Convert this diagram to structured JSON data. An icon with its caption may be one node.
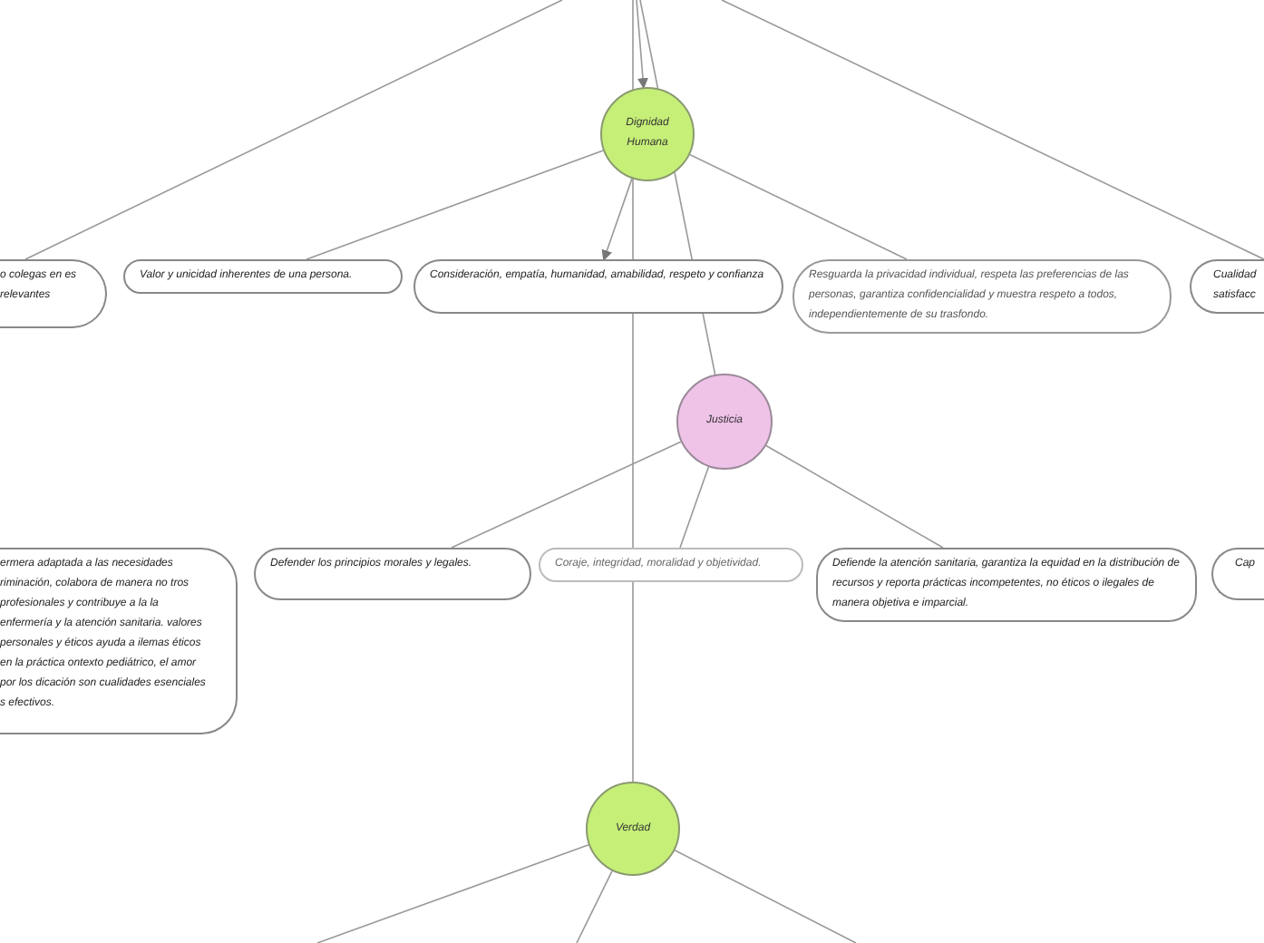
{
  "diagram": {
    "nodes": [
      {
        "text": [
          "Dignidad Humana"
        ]
      },
      {
        "text": [
          "o colegas en es relevantes"
        ]
      },
      {
        "text": [
          "Valor y unicidad inherentes de una persona."
        ]
      },
      {
        "text": [
          "Consideración, empatía, humanidad, amabilidad, respeto y confianza"
        ]
      },
      {
        "text": [
          "Resguarda la privacidad individual, respeta las preferencias de las personas, garantiza confidencialidad y muestra respeto a todos, independientemente de su trasfondo."
        ]
      },
      {
        "text": [
          "Cualidad satisfacc"
        ]
      },
      {
        "text": [
          "Justicia"
        ]
      },
      {
        "text": [
          "ermera adaptada a las necesidades riminación, colabora de manera no tros profesionales y contribuye a la la enfermería y la atención sanitaria. valores personales y éticos ayuda a ilemas éticos en la práctica ontexto pediátrico, el amor por los dicación son cualidades esenciales s efectivos."
        ]
      },
      {
        "text": [
          "Defender los principios morales y legales."
        ]
      },
      {
        "text": [
          "Coraje, integridad, moralidad y objetividad."
        ]
      },
      {
        "text": [
          "Defiende la atención sanitaria, garantiza la equidad en la distribución de recursos y reporta prácticas incompetentes, no éticos o ilegales de manera objetiva e imparcial."
        ]
      },
      {
        "text": [
          "Cap"
        ]
      },
      {
        "text": [
          "Verdad"
        ]
      }
    ],
    "edges": [
      {
        "from": null,
        "to": 0,
        "arrow": "to"
      },
      {
        "from": null,
        "to": 6,
        "arrow": "none"
      },
      {
        "from": null,
        "to": 12,
        "arrow": "none"
      },
      {
        "from": null,
        "to": 1,
        "arrow": "none"
      },
      {
        "from": null,
        "to": 5,
        "arrow": "none"
      },
      {
        "from": 0,
        "to": 2,
        "arrow": "none"
      },
      {
        "from": 0,
        "to": 3,
        "arrow": "to"
      },
      {
        "from": 0,
        "to": 4,
        "arrow": "none"
      },
      {
        "from": 6,
        "to": 8,
        "arrow": "none"
      },
      {
        "from": 6,
        "to": 9,
        "arrow": "none"
      },
      {
        "from": 6,
        "to": 10,
        "arrow": "none"
      },
      {
        "from": 12,
        "to": null,
        "arrow": "none"
      },
      {
        "from": 12,
        "to": null,
        "arrow": "none"
      },
      {
        "from": 12,
        "to": null,
        "arrow": "none"
      }
    ]
  }
}
